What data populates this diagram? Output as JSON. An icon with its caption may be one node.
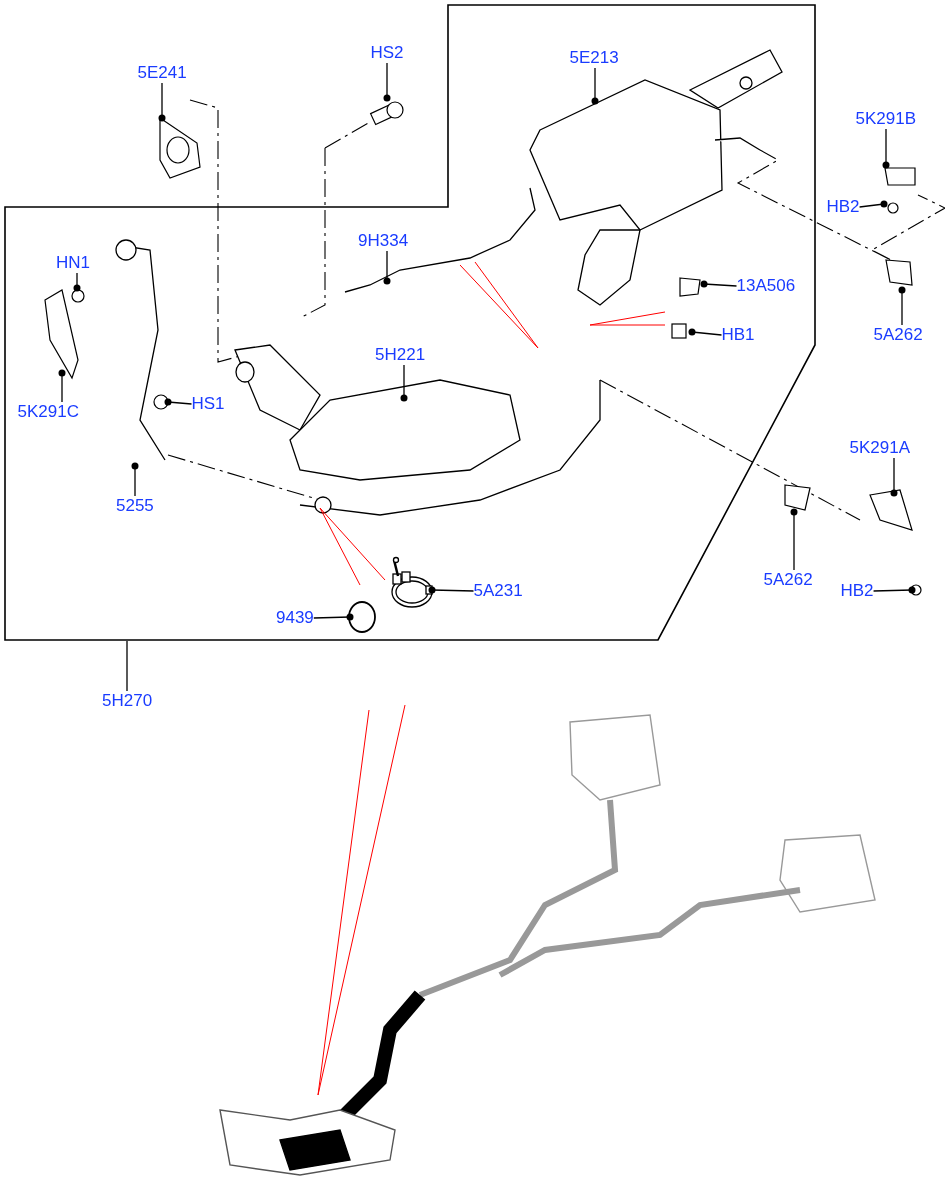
{
  "diagram": {
    "nodes": [
      {
        "text": [
          "5E241"
        ]
      },
      {
        "text": [
          "HS2"
        ]
      },
      {
        "text": [
          "5E213"
        ]
      },
      {
        "text": [
          "5K291B"
        ]
      },
      {
        "text": [
          "HB2"
        ]
      },
      {
        "text": [
          "9H334"
        ]
      },
      {
        "text": [
          "HN1"
        ]
      },
      {
        "text": [
          "13A506"
        ]
      },
      {
        "text": [
          "HB1"
        ]
      },
      {
        "text": [
          "5A262"
        ]
      },
      {
        "text": [
          "5H221"
        ]
      },
      {
        "text": [
          "5K291C"
        ]
      },
      {
        "text": [
          "HS1"
        ]
      },
      {
        "text": [
          "5255"
        ]
      },
      {
        "text": [
          "5K291A"
        ]
      },
      {
        "text": [
          "5A262"
        ]
      },
      {
        "text": [
          "5A231"
        ]
      },
      {
        "text": [
          "HB2"
        ]
      },
      {
        "text": [
          "9439"
        ]
      },
      {
        "text": [
          "5H270"
        ]
      },
      {
        "text": [],
        "shape": "picture"
      },
      {
        "text": [],
        "shape": "picture"
      },
      {
        "text": [],
        "shape": "circle"
      }
    ],
    "edges": [
      {
        "from": 0,
        "to": 20,
        "arrow": "other"
      },
      {
        "from": 1,
        "to": null,
        "arrow": "other"
      },
      {
        "from": 2,
        "to": null,
        "arrow": "other"
      },
      {
        "from": 3,
        "to": null,
        "arrow": "other"
      },
      {
        "from": 4,
        "to": null,
        "arrow": "other"
      },
      {
        "from": 5,
        "to": null,
        "arrow": "other"
      },
      {
        "from": 6,
        "to": null,
        "arrow": "other"
      },
      {
        "from": 7,
        "to": null,
        "arrow": "other"
      },
      {
        "from": 8,
        "to": null,
        "arrow": "other"
      },
      {
        "from": 9,
        "to": null,
        "arrow": "other"
      },
      {
        "from": 10,
        "to": null,
        "arrow": "other"
      },
      {
        "from": 11,
        "to": null,
        "arrow": "other"
      },
      {
        "from": 12,
        "to": null,
        "arrow": "other"
      },
      {
        "from": 13,
        "to": null,
        "arrow": "other"
      },
      {
        "from": 14,
        "to": null,
        "arrow": "other"
      },
      {
        "from": 15,
        "to": null,
        "arrow": "other"
      },
      {
        "from": 16,
        "to": 21,
        "arrow": "other"
      },
      {
        "from": 17,
        "to": null,
        "arrow": "other"
      },
      {
        "from": 18,
        "to": 22,
        "arrow": "other"
      },
      {
        "from": 19,
        "to": null,
        "arrow": "none"
      }
    ]
  }
}
